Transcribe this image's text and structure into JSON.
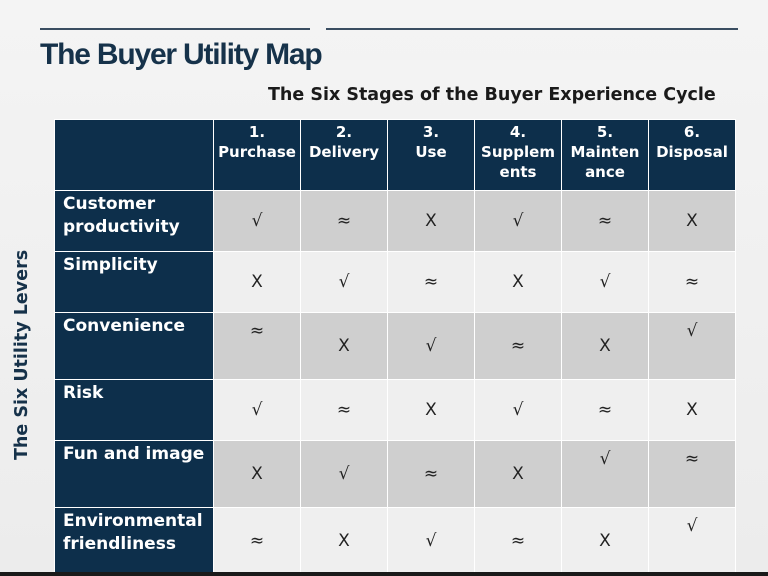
{
  "title": "The Buyer Utility Map",
  "subtitle": "The Six Stages of the Buyer Experience Cycle",
  "side_label": "The Six Utility Levers",
  "table": {
    "headers": [
      {
        "num": "1.",
        "line1": "Purchase",
        "line2": ""
      },
      {
        "num": "2.",
        "line1": "Delivery",
        "line2": ""
      },
      {
        "num": "3.",
        "line1": "Use",
        "line2": ""
      },
      {
        "num": "4.",
        "line1": "Supplem",
        "line2": "ents"
      },
      {
        "num": "5.",
        "line1": "Mainten",
        "line2": "ance"
      },
      {
        "num": "6.",
        "line1": "Disposal",
        "line2": ""
      }
    ],
    "rows": [
      {
        "lever": "Customer productivity",
        "cells": [
          "√",
          "≈",
          "X",
          "√",
          "≈",
          "X"
        ]
      },
      {
        "lever": "Simplicity",
        "cells": [
          "X",
          "√",
          "≈",
          "X",
          "√",
          "≈"
        ]
      },
      {
        "lever": "Convenience",
        "cells": [
          "≈",
          "X",
          "√",
          "≈",
          "X",
          "√"
        ]
      },
      {
        "lever": "Risk",
        "cells": [
          "√",
          "≈",
          "X",
          "√",
          "≈",
          "X"
        ]
      },
      {
        "lever": "Fun and image",
        "cells": [
          "X",
          "√",
          "≈",
          "X",
          "√",
          "≈"
        ]
      },
      {
        "lever": "Environmental friendliness",
        "cells": [
          "≈",
          "X",
          "√",
          "≈",
          "X",
          "√"
        ]
      }
    ]
  }
}
